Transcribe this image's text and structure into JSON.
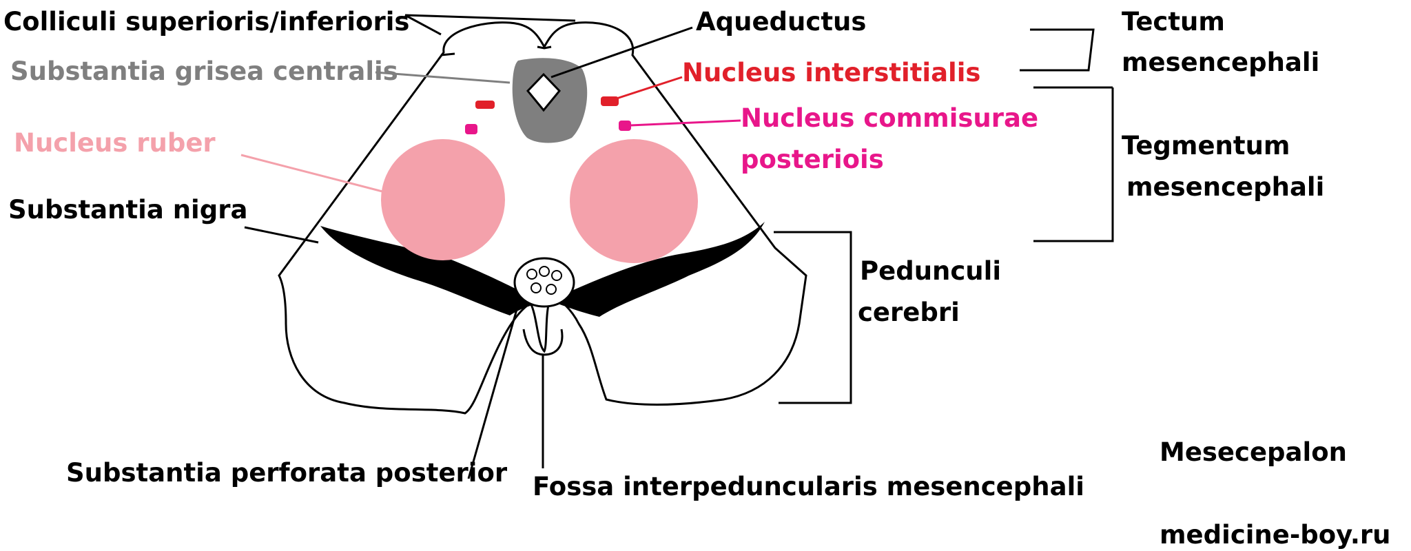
{
  "labels": {
    "colliculi": "Colliculi superioris/inferioris",
    "grisea": "Substantia grisea centralis",
    "ruber": "Nucleus ruber",
    "nigra": "Substantia nigra",
    "aqueductus": "Aqueductus",
    "interstitialis": "Nucleus interstitialis",
    "commisurae_1": "Nucleus commisurae",
    "commisurae_2": "posteriois",
    "tectum_1": "Tectum",
    "tectum_2": "mesencephali",
    "tegmentum_1": "Tegmentum",
    "tegmentum_2": "mesencephali",
    "pedunculi_1": "Pedunculi",
    "pedunculi_2": "cerebri",
    "perforata": "Substantia perforata posterior",
    "fossa": "Fossa interpeduncularis mesencephali",
    "title": "Mesecepalon",
    "site": "medicine-boy.ru"
  },
  "colors": {
    "outline": "#000000",
    "grisea": "#7f7f7f",
    "ruber": "#f4a1ab",
    "nigra": "#000000",
    "interstitialis": "#e1202a",
    "commisurae": "#e8168a"
  }
}
